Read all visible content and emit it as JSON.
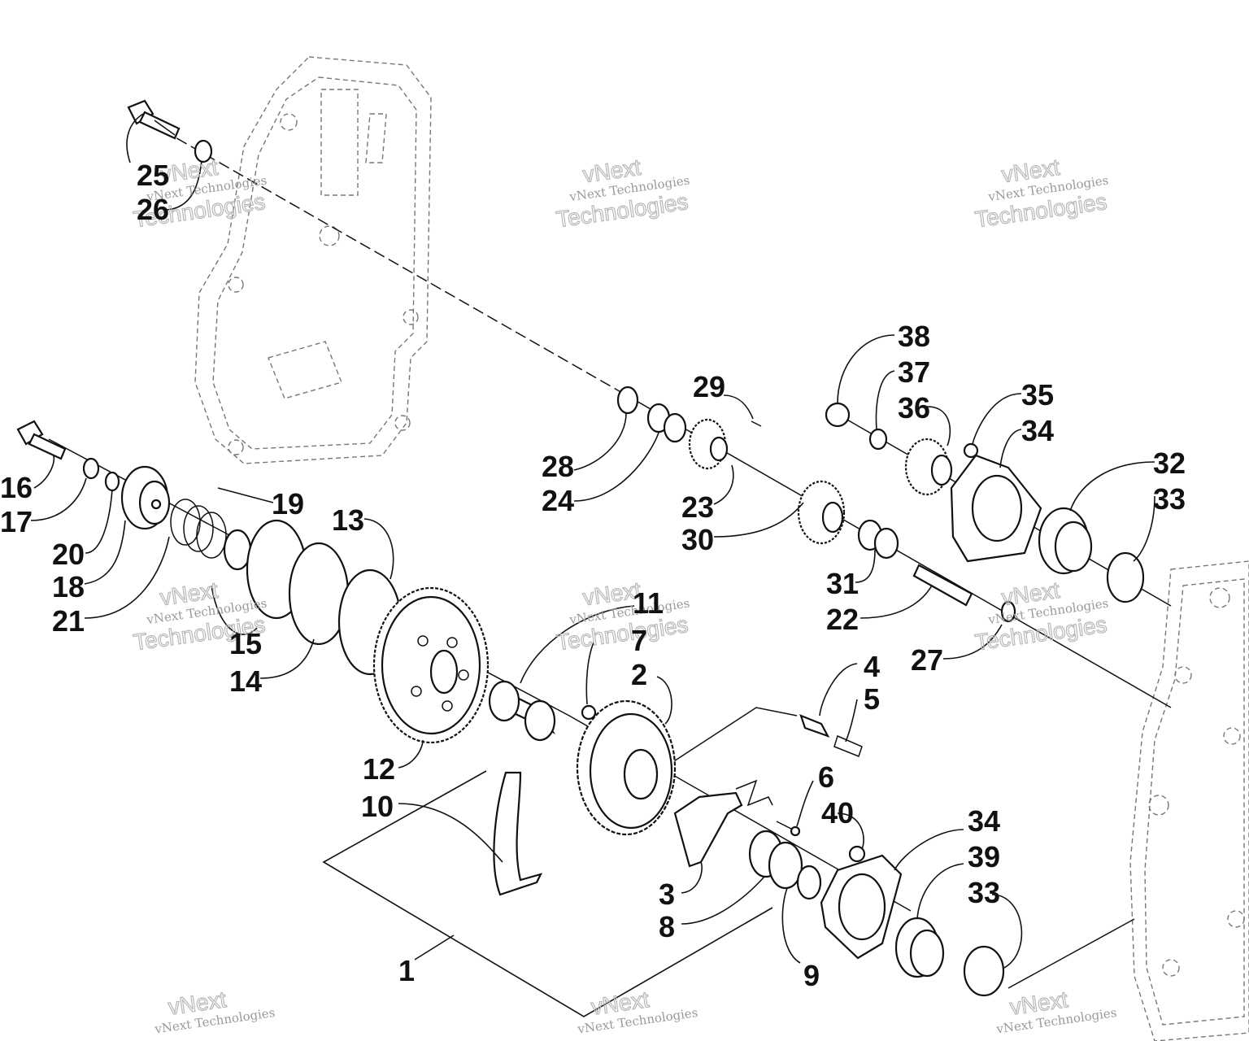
{
  "callouts": [
    {
      "id": "c1",
      "text": "1"
    },
    {
      "id": "c2",
      "text": "2"
    },
    {
      "id": "c3",
      "text": "3"
    },
    {
      "id": "c4",
      "text": "4"
    },
    {
      "id": "c5",
      "text": "5"
    },
    {
      "id": "c6",
      "text": "6"
    },
    {
      "id": "c7",
      "text": "7"
    },
    {
      "id": "c8",
      "text": "8"
    },
    {
      "id": "c9",
      "text": "9"
    },
    {
      "id": "c10",
      "text": "10"
    },
    {
      "id": "c11",
      "text": "11"
    },
    {
      "id": "c12",
      "text": "12"
    },
    {
      "id": "c13",
      "text": "13"
    },
    {
      "id": "c14",
      "text": "14"
    },
    {
      "id": "c15",
      "text": "15"
    },
    {
      "id": "c16",
      "text": "16"
    },
    {
      "id": "c17",
      "text": "17"
    },
    {
      "id": "c18",
      "text": "18"
    },
    {
      "id": "c19",
      "text": "19"
    },
    {
      "id": "c20",
      "text": "20"
    },
    {
      "id": "c21",
      "text": "21"
    },
    {
      "id": "c22",
      "text": "22"
    },
    {
      "id": "c23",
      "text": "23"
    },
    {
      "id": "c24",
      "text": "24"
    },
    {
      "id": "c25",
      "text": "25"
    },
    {
      "id": "c26",
      "text": "26"
    },
    {
      "id": "c27",
      "text": "27"
    },
    {
      "id": "c28",
      "text": "28"
    },
    {
      "id": "c29",
      "text": "29"
    },
    {
      "id": "c30",
      "text": "30"
    },
    {
      "id": "c31",
      "text": "31"
    },
    {
      "id": "c32",
      "text": "32"
    },
    {
      "id": "c33a",
      "text": "33"
    },
    {
      "id": "c33b",
      "text": "33"
    },
    {
      "id": "c34a",
      "text": "34"
    },
    {
      "id": "c34b",
      "text": "34"
    },
    {
      "id": "c35",
      "text": "35"
    },
    {
      "id": "c36",
      "text": "36"
    },
    {
      "id": "c37",
      "text": "37"
    },
    {
      "id": "c38",
      "text": "38"
    },
    {
      "id": "c39",
      "text": "39"
    },
    {
      "id": "c40",
      "text": "40"
    }
  ],
  "watermark": {
    "line1": "vNext Technologies",
    "line2": "vNext",
    "line3": "Technologies"
  }
}
